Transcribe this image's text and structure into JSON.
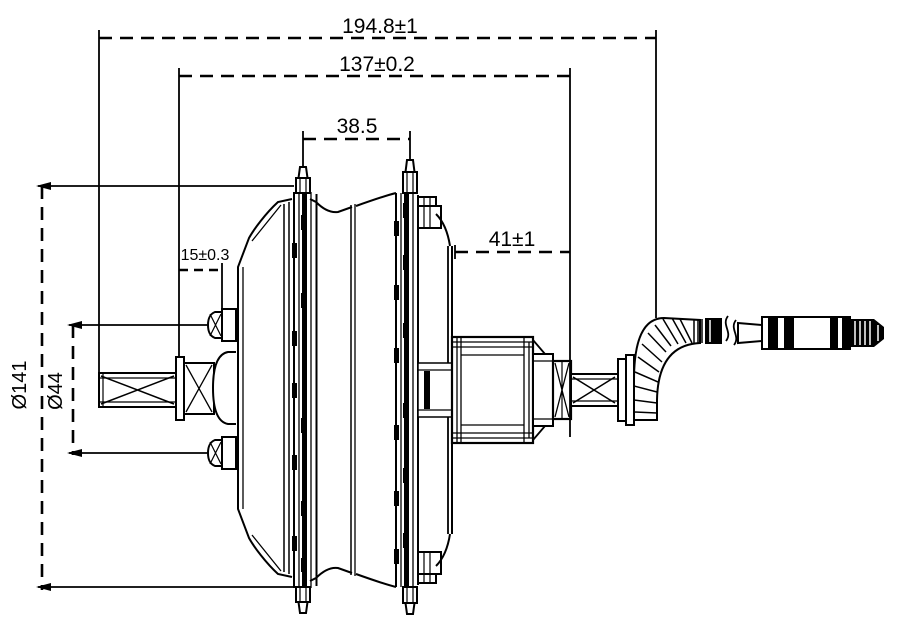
{
  "drawing": {
    "colors": {
      "line": "#000000",
      "background": "#ffffff"
    },
    "dimensions": {
      "overall_axle_length": "194.8±1",
      "over_locknut_width": "137±0.2",
      "flange_spacing": "38.5",
      "drive_side_width": "41±1",
      "locknut_offset": "15±0.3",
      "flange_diameter": "Ø141",
      "bolt_circle": "Ø44"
    }
  }
}
